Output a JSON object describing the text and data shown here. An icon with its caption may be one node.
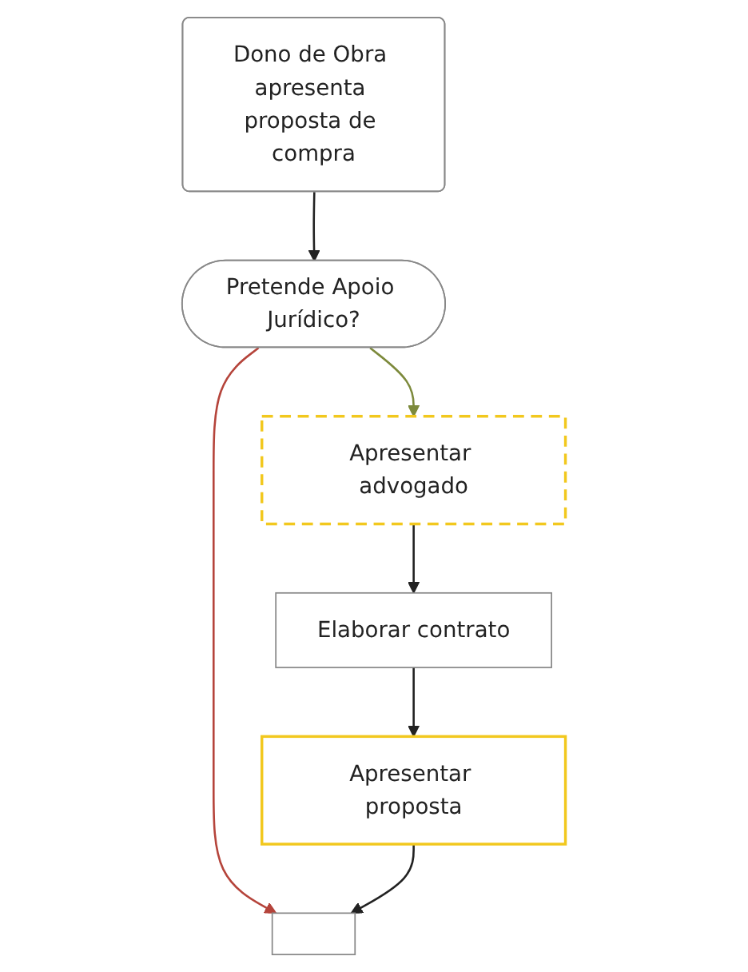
{
  "diagram": {
    "nodes": [
      {
        "text": [
          "Dono de Obra apresenta proposta de compra"
        ]
      },
      {
        "text": [
          "Pretende Apoio Jurídico?"
        ]
      },
      {
        "text": [
          "Apresentar advogado"
        ]
      },
      {
        "text": [
          "Elaborar contrato"
        ]
      },
      {
        "text": [
          "Apresentar proposta"
        ]
      },
      {
        "text": [],
        "shape": "box"
      }
    ],
    "edges": [
      {
        "from": 0,
        "to": 1,
        "arrow": "to"
      },
      {
        "from": 1,
        "to": 2,
        "arrow": "to",
        "color": "#7d8a3c"
      },
      {
        "from": 1,
        "to": 5,
        "arrow": "to",
        "color": "#b5443b"
      },
      {
        "from": 2,
        "to": 3,
        "arrow": "to"
      },
      {
        "from": 3,
        "to": 4,
        "arrow": "to"
      },
      {
        "from": 4,
        "to": 5,
        "arrow": "to"
      }
    ]
  }
}
